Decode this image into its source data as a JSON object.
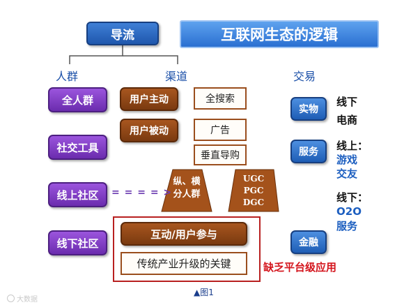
{
  "header": {
    "traffic_label": "导流",
    "title": "互联网生态的逻辑"
  },
  "columns": {
    "crowd": "人群",
    "channel": "渠道",
    "trade": "交易"
  },
  "crowd_items": [
    "全人群",
    "社交工具",
    "线上社区",
    "线下社区"
  ],
  "channel": {
    "user_active": "用户主动",
    "user_passive": "用户被动",
    "full_search": "全搜索",
    "ads": "广告",
    "vertical_guide": "垂直导购",
    "vertical_split": [
      "纵、横",
      "分人群"
    ],
    "content_types": [
      "UGC",
      "PGC",
      "DGC"
    ],
    "arrow": "= = = = >",
    "interaction": "互动/用户参与",
    "traditional": "传统产业升级的关键",
    "lacking": "缺乏平台级应用"
  },
  "trade": {
    "physical": "实物",
    "services": "服务",
    "finance": "金融",
    "offline_label": "线下",
    "ecommerce": "电商",
    "online_label": "线上：",
    "online_items": [
      "游戏",
      "交友"
    ],
    "offline2_label": "线下：",
    "offline2_items": [
      "O2O",
      "服务"
    ]
  },
  "caption": "▲图1",
  "watermark": "大数据",
  "colors": {
    "purple": "#7b3cc4",
    "brown": "#8b4513",
    "blue": "#2a6fd1",
    "red": "#d4141c"
  }
}
